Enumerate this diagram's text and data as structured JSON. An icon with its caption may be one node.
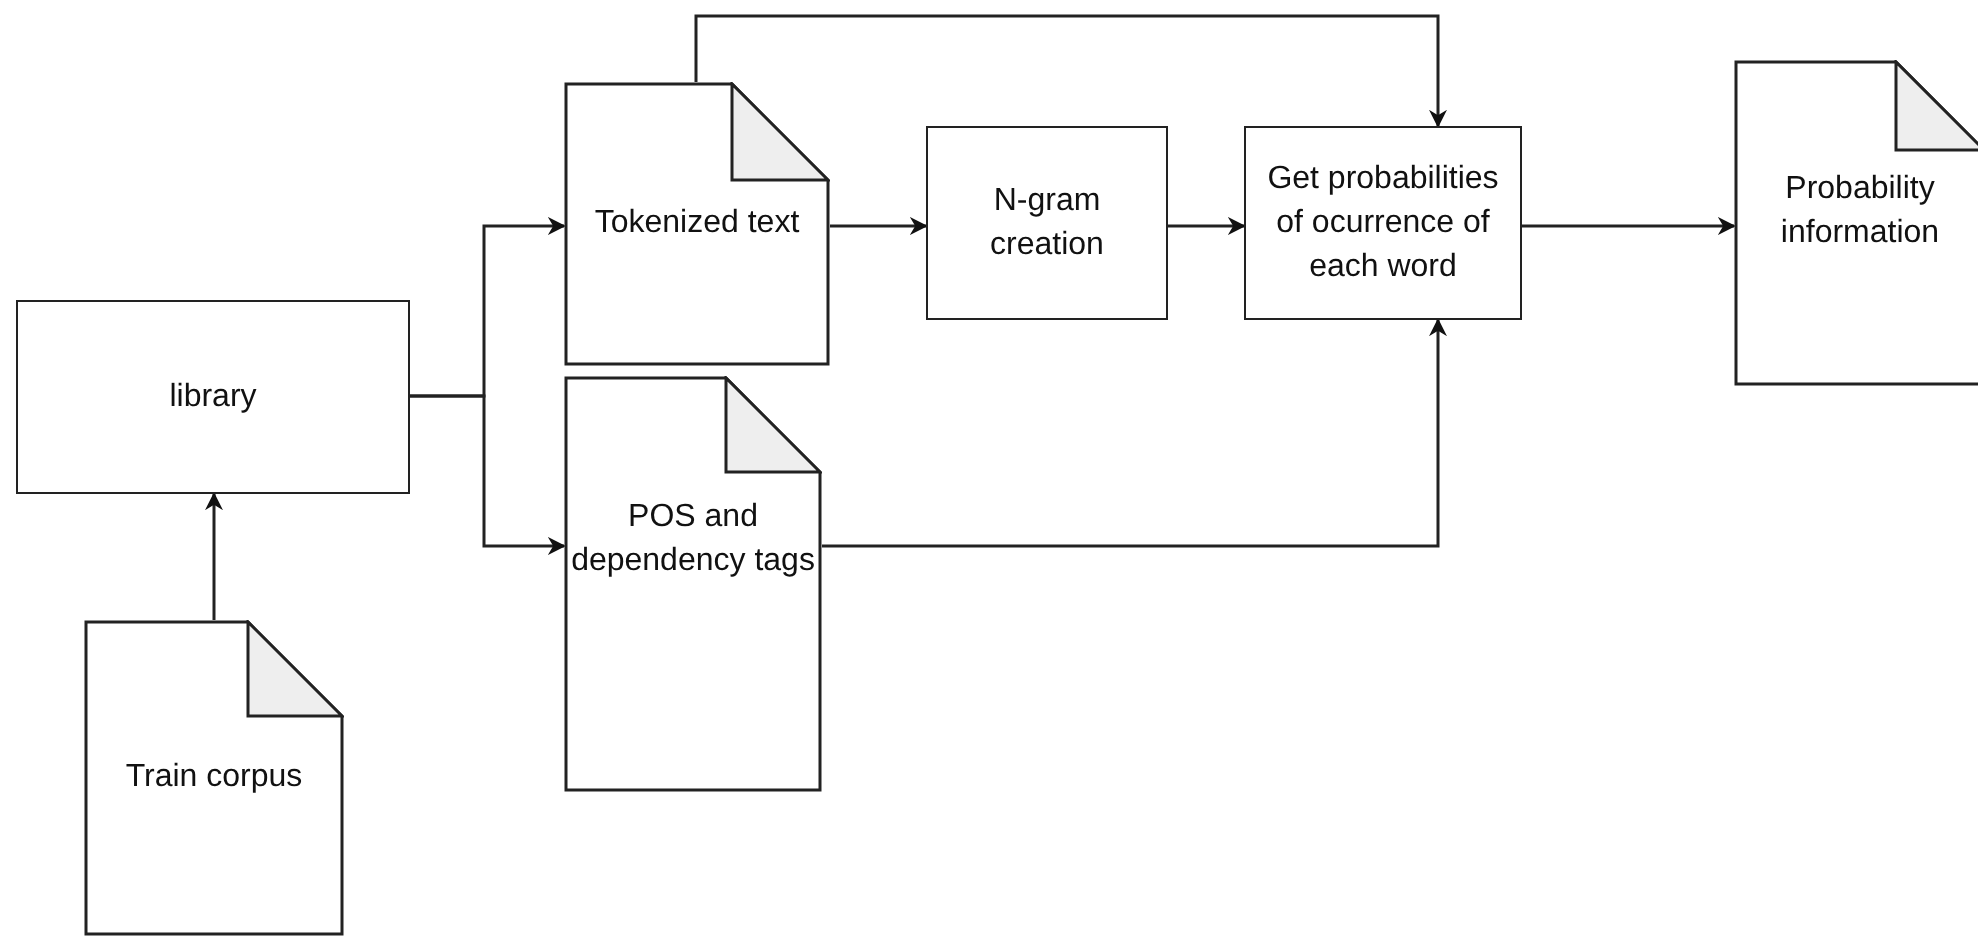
{
  "diagram": {
    "nodes": [
      {
        "text": [
          "library"
        ]
      },
      {
        "text": [
          "Train corpus"
        ]
      },
      {
        "text": [
          "Tokenized text"
        ]
      },
      {
        "text": [
          "POS and dependency tags"
        ]
      },
      {
        "text": [
          "N-gram creation"
        ]
      },
      {
        "text": [
          "Get probabilities of ocurrence of each word"
        ]
      },
      {
        "text": [
          "Probability information"
        ]
      }
    ],
    "edges": [
      {
        "from": 1,
        "to": 0,
        "arrow": "to"
      },
      {
        "from": 0,
        "to": 2,
        "arrow": "to"
      },
      {
        "from": 0,
        "to": 3,
        "arrow": "to"
      },
      {
        "from": 2,
        "to": 4,
        "arrow": "to"
      },
      {
        "from": 2,
        "to": 5,
        "arrow": "to"
      },
      {
        "from": 4,
        "to": 5,
        "arrow": "to"
      },
      {
        "from": 3,
        "to": 5,
        "arrow": "to"
      },
      {
        "from": 5,
        "to": 6,
        "arrow": "to"
      }
    ]
  }
}
